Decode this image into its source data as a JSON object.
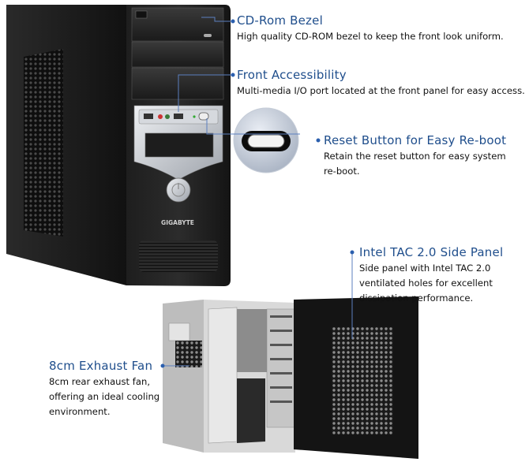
{
  "callouts": {
    "cdrom": {
      "title": "CD-Rom Bezel",
      "desc": "High quality CD-ROM bezel to keep the front look uniform."
    },
    "front": {
      "title": "Front Accessibility",
      "desc": "Multi-media I/O port located at the front panel for easy access."
    },
    "reset": {
      "title": "Reset Button for Easy Re-boot",
      "desc_line1": "Retain the reset button for easy system",
      "desc_line2": "re-boot."
    },
    "tac": {
      "title": "Intel TAC 2.0 Side Panel",
      "desc_line1": "Side panel with Intel TAC 2.0",
      "desc_line2": "ventilated holes for excellent",
      "desc_line3": "dissipation performance."
    },
    "fan": {
      "title": "8cm Exhaust Fan",
      "desc_line1": "8cm rear exhaust fan,",
      "desc_line2": "offering an ideal cooling",
      "desc_line3": "environment."
    }
  },
  "product": {
    "brand": "GIGABYTE"
  },
  "colors": {
    "accent": "#1f4e8c",
    "case_body": "#1b1b1b",
    "silver": "#c9ccd2"
  }
}
